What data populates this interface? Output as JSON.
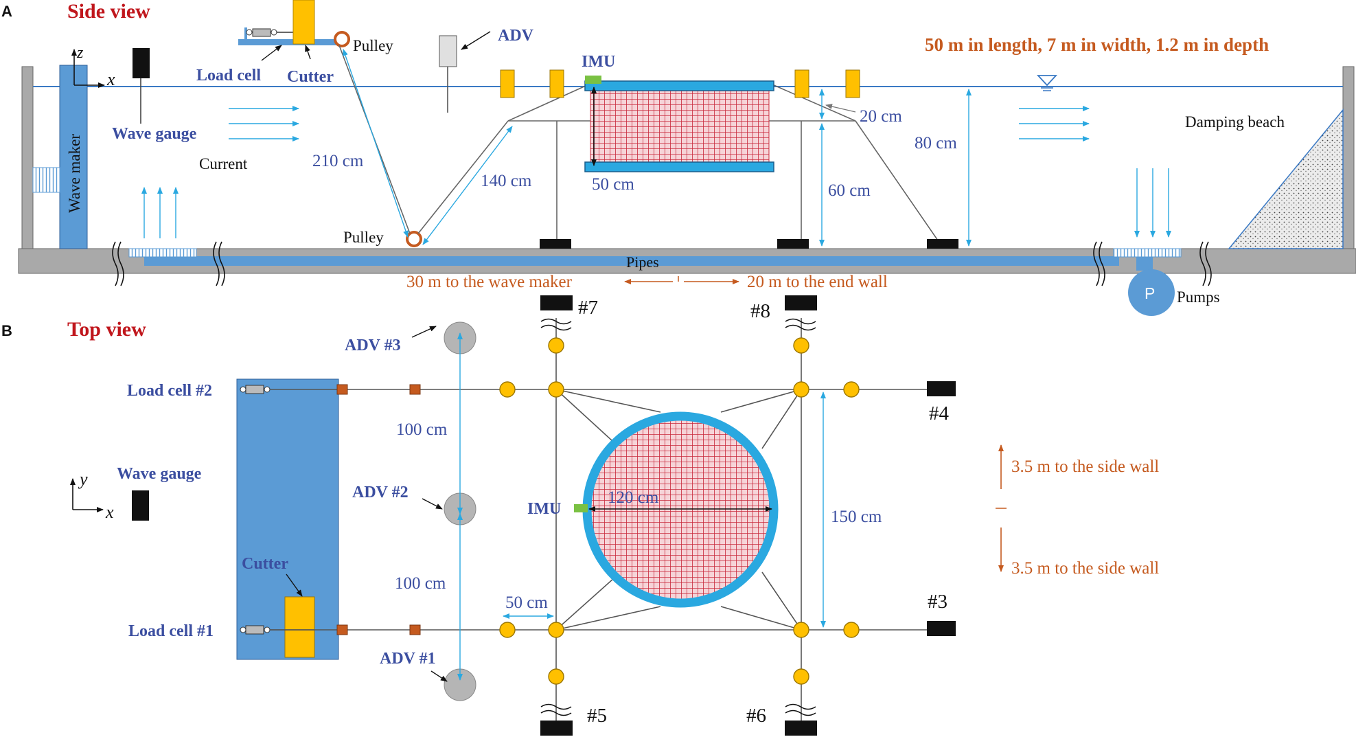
{
  "panels": {
    "a": {
      "letter": "A",
      "title": "Side view"
    },
    "b": {
      "letter": "B",
      "title": "Top view"
    }
  },
  "side": {
    "dims_text": "50 m in length,  7 m in width,  1.2 m in depth",
    "labels": {
      "adv": "ADV",
      "imu": "IMU",
      "pulley_top": "Pulley",
      "pulley_bottom": "Pulley",
      "load_cell": "Load cell",
      "cutter": "Cutter",
      "wave_gauge": "Wave gauge",
      "current": "Current",
      "wave_maker": "Wave maker",
      "damping_beach": "Damping beach",
      "pipes": "Pipes",
      "pumps": "Pumps",
      "pump_symbol": "P",
      "axis_z": "z",
      "axis_x": "x"
    },
    "dims": {
      "d210": "210 cm",
      "d140": "140 cm",
      "d50": "50 cm",
      "d20": "20 cm",
      "d60": "60 cm",
      "d80": "80 cm"
    },
    "distances": {
      "to_wave_maker": "30 m to the wave maker",
      "to_end_wall": "20 m to the end wall"
    }
  },
  "top": {
    "labels": {
      "adv1": "ADV #1",
      "adv2": "ADV #2",
      "adv3": "ADV #3",
      "load_cell_1": "Load cell #1",
      "load_cell_2": "Load cell #2",
      "wave_gauge": "Wave gauge",
      "cutter": "Cutter",
      "imu": "IMU",
      "axis_y": "y",
      "axis_x": "x"
    },
    "dims": {
      "d100a": "100 cm",
      "d100b": "100 cm",
      "d50": "50 cm",
      "d120": "120 cm",
      "d150": "150 cm"
    },
    "anchors": {
      "a3": "#3",
      "a4": "#4",
      "a5": "#5",
      "a6": "#6",
      "a7": "#7",
      "a8": "#8"
    },
    "side_wall": {
      "up": "3.5 m to the side wall",
      "down": "3.5 m to the side wall"
    }
  },
  "colors": {
    "water_line": "#3a79c4",
    "tank_gray": "#a9a9a9",
    "blue_block": "#5b9bd5",
    "net_red": "#c8283a",
    "cyan_ring": "#2aa8e0",
    "float_yellow": "#ffc000",
    "dim_cyan": "#2aa8e0",
    "text_blue": "#3b4ea0",
    "text_orange": "#c55a1f",
    "title_red": "#c0161c"
  }
}
